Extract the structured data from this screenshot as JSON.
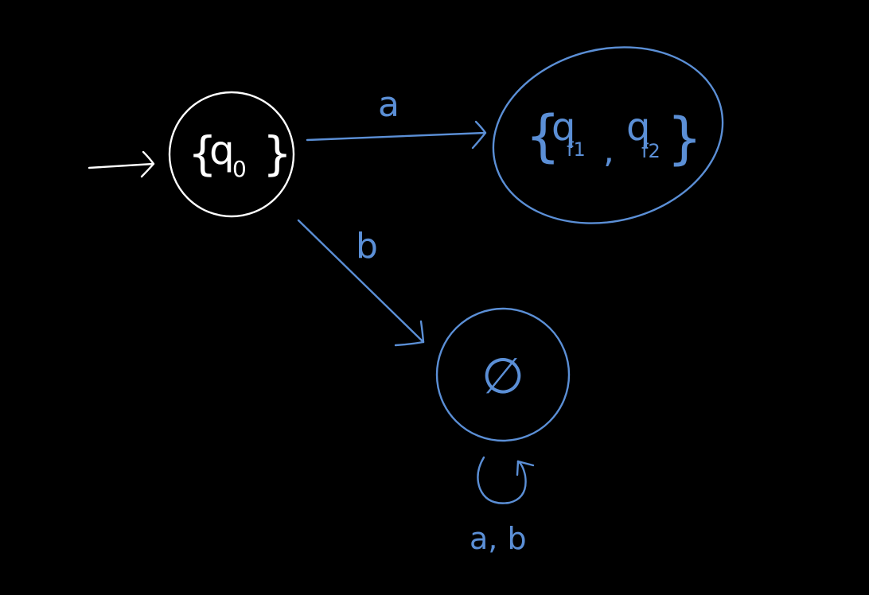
{
  "colors": {
    "background": "#000000",
    "start_state": "#ffffff",
    "other": "#5b8fd6"
  },
  "states": {
    "start": {
      "set_open": "{",
      "name": "q",
      "sub": "0",
      "set_close": "}",
      "is_start": true
    },
    "accept": {
      "set_open": "{",
      "name1": "q",
      "sub1": "f1",
      "comma": ",",
      "name2": "q",
      "sub2": "f2",
      "set_close": "}"
    },
    "empty": {
      "label": "∅"
    }
  },
  "transitions": {
    "start_to_accept": "a",
    "start_to_empty": "b",
    "empty_self_loop": "a, b"
  }
}
